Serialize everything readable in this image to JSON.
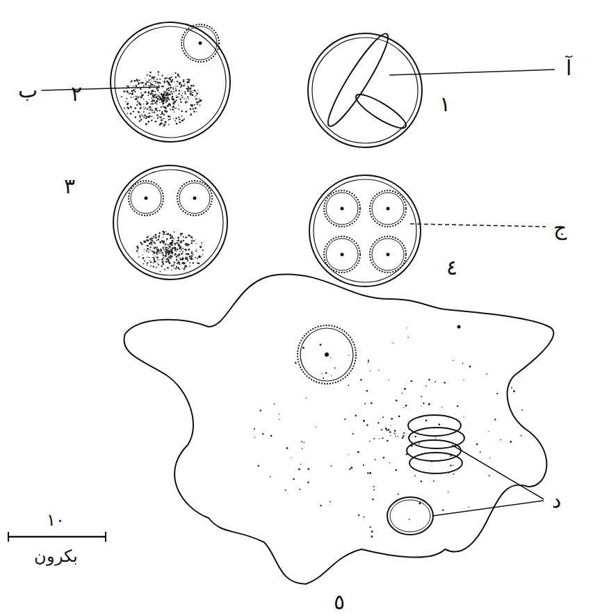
{
  "diagram": {
    "labels": [
      "آ",
      "١",
      "ب",
      "٢",
      "٣",
      "ج",
      "٤",
      "د",
      "٥",
      "١٠",
      "بكرون"
    ]
  }
}
